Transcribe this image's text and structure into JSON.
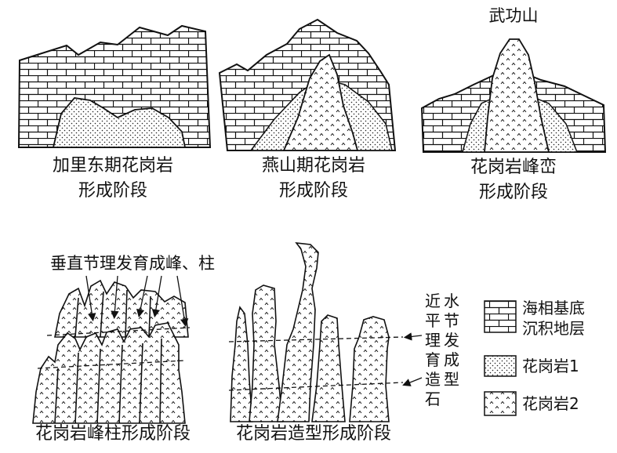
{
  "stage1": {
    "caption_line1": "加里东期花岗岩",
    "caption_line2": "形成阶段"
  },
  "stage2": {
    "caption_line1": "燕山期花岗岩",
    "caption_line2": "形成阶段"
  },
  "stage3": {
    "peak_name": "武功山",
    "caption_line1": "花岗岩峰峦",
    "caption_line2": "形成阶段"
  },
  "stage4": {
    "annotation": "垂直节理发育成峰、柱",
    "caption": "花岗岩峰柱形成阶段"
  },
  "stage5": {
    "annotation_chars": [
      "近",
      "水",
      "平",
      "节",
      "理",
      "发",
      "育",
      "成",
      "造",
      "型",
      "石"
    ],
    "caption": "花岗岩造型形成阶段"
  },
  "legend": {
    "items": [
      {
        "line1": "海相基底",
        "line2": "沉积地层",
        "pattern": "brick"
      },
      {
        "line1": "花岗岩1",
        "line2": "",
        "pattern": "dots"
      },
      {
        "line1": "花岗岩2",
        "line2": "",
        "pattern": "chevrons"
      }
    ]
  },
  "colors": {
    "ink": "#111111",
    "background": "#ffffff"
  }
}
